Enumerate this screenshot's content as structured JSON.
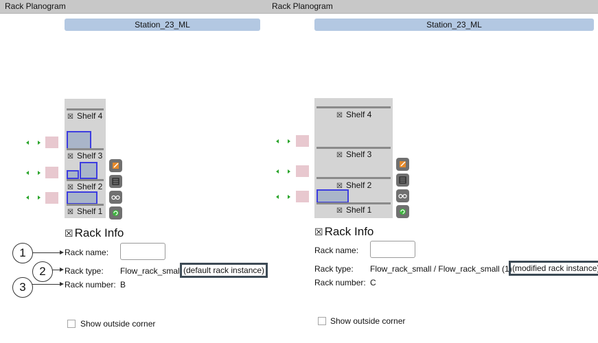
{
  "left": {
    "header": "Rack Planogram",
    "station": "Station_23_ML",
    "shelves": [
      {
        "label": "Shelf 4",
        "checked": "☒"
      },
      {
        "label": "Shelf 3",
        "checked": "☒"
      },
      {
        "label": "Shelf 2",
        "checked": "☒"
      },
      {
        "label": "Shelf 1",
        "checked": "☒"
      }
    ],
    "rack_info_title": "Rack Info",
    "rack_name_label": "Rack name:",
    "rack_name_value": "",
    "rack_type_label": "Rack type:",
    "rack_type_value": "Flow_rack_small",
    "rack_type_note": "(default rack instance)",
    "rack_number_label": "Rack number:",
    "rack_number_value": "B",
    "show_outside_corner": "Show outside corner"
  },
  "right": {
    "header": "Rack Planogram",
    "station": "Station_23_ML",
    "shelves": [
      {
        "label": "Shelf 4",
        "checked": "☒"
      },
      {
        "label": "Shelf 3",
        "checked": "☒"
      },
      {
        "label": "Shelf 2",
        "checked": "☒"
      },
      {
        "label": "Shelf 1",
        "checked": "☒"
      }
    ],
    "rack_info_title": "Rack Info",
    "rack_name_label": "Rack name:",
    "rack_name_value": "",
    "rack_type_label": "Rack type:",
    "rack_type_value": "Flow_rack_small / Flow_rack_small (1)",
    "rack_type_note": "(modified rack instance)",
    "rack_number_label": "Rack number:",
    "rack_number_value": "C",
    "show_outside_corner": "Show outside corner"
  },
  "callouts": [
    "1",
    "2",
    "3"
  ],
  "icons": [
    "edit-icon",
    "grid-icon",
    "glasses-icon",
    "refresh-icon",
    "rack-info-icon"
  ],
  "colors": {
    "item_border": "#3d3de0",
    "item_fill": "#a9b5c9",
    "arrow": "#2aa52a",
    "pink": "#e8c8cf",
    "station": "#b3c8e2"
  }
}
